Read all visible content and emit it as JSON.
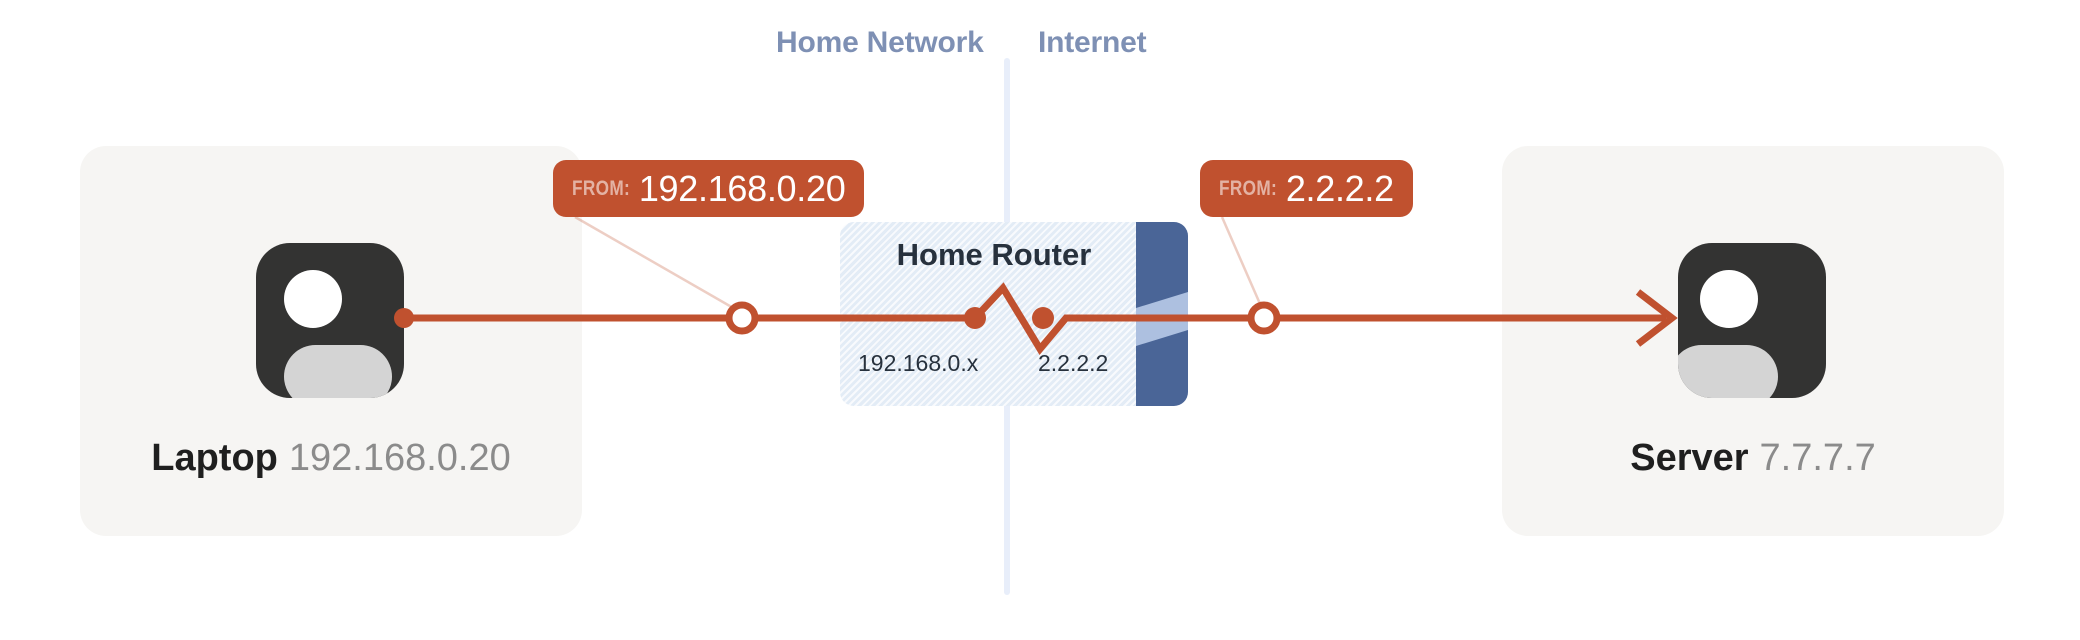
{
  "zones": {
    "left_label": "Home Network",
    "right_label": "Internet",
    "divider_color": "#e8eefa"
  },
  "endpoints": [
    {
      "id": "laptop",
      "name": "Laptop",
      "address": "192.168.0.20",
      "icon": "person-device-icon",
      "side": "left"
    },
    {
      "id": "server",
      "name": "Server",
      "address": "7.7.7.7",
      "icon": "person-device-icon",
      "side": "right"
    }
  ],
  "router": {
    "title": "Home Router",
    "inside_interface": "192.168.0.x",
    "outside_interface": "2.2.2.2",
    "nat_bar_color": "#4a6597",
    "nat_shape_color": "#adc0e0",
    "hatch_color": "#e3ecf6"
  },
  "packets": [
    {
      "id": "packet-from-laptop",
      "prefix": "FROM:",
      "value": "192.168.0.20"
    },
    {
      "id": "packet-from-router",
      "prefix": "FROM:",
      "value": "2.2.2.2"
    }
  ],
  "flow": {
    "accent_color": "#c0512f",
    "direction": "left-to-right",
    "arrow_target": "server"
  }
}
